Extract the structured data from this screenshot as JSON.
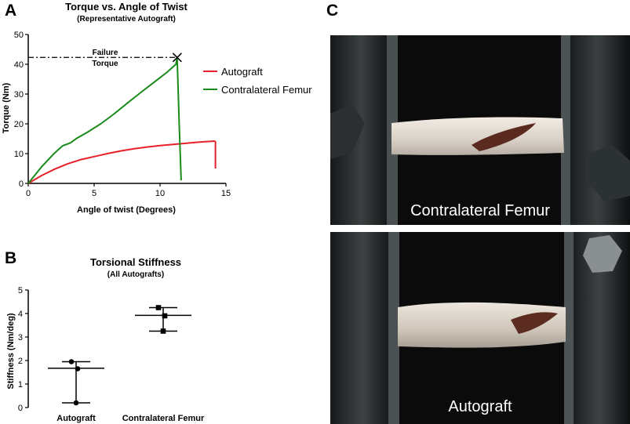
{
  "panels": {
    "a": "A",
    "b": "B",
    "c": "C"
  },
  "chart_data": [
    {
      "type": "line",
      "title": "Torque vs. Angle of Twist",
      "subtitle": "(Representative Autograft)",
      "xlabel": "Angle of twist (Degrees)",
      "ylabel": "Torque (Nm)",
      "xlim": [
        0,
        15
      ],
      "ylim": [
        0,
        50
      ],
      "xticks": [
        "0",
        "5",
        "10",
        "15"
      ],
      "yticks": [
        "0",
        "10",
        "20",
        "30",
        "40",
        "50"
      ],
      "legend_position": "right",
      "series": [
        {
          "name": "Autograft",
          "color": "#e8202a",
          "points": [
            [
              0,
              0
            ],
            [
              1,
              2.6
            ],
            [
              2,
              4.8
            ],
            [
              3,
              6.6
            ],
            [
              4,
              8.0
            ],
            [
              5,
              9.0
            ],
            [
              6,
              10.0
            ],
            [
              7,
              10.9
            ],
            [
              8,
              11.6
            ],
            [
              9,
              12.2
            ],
            [
              10,
              12.7
            ],
            [
              11,
              13.1
            ],
            [
              12,
              13.5
            ],
            [
              13,
              13.9
            ],
            [
              13.8,
              14.1
            ],
            [
              14.1,
              14.2
            ],
            [
              14.2,
              14.0
            ],
            [
              14.2,
              10.0
            ],
            [
              14.2,
              5.0
            ]
          ]
        },
        {
          "name": "Contralateral Femur",
          "color": "#1a8a1a",
          "points": [
            [
              0,
              0
            ],
            [
              1,
              5.5
            ],
            [
              2,
              10.2
            ],
            [
              2.6,
              12.6
            ],
            [
              3.2,
              13.6
            ],
            [
              3.7,
              15.2
            ],
            [
              4.5,
              17.2
            ],
            [
              5.5,
              20.0
            ],
            [
              6.5,
              23.3
            ],
            [
              7.5,
              26.9
            ],
            [
              8.5,
              30.4
            ],
            [
              9.5,
              33.8
            ],
            [
              10.5,
              37.2
            ],
            [
              11.2,
              40.0
            ],
            [
              11.3,
              42.3
            ],
            [
              11.45,
              20.0
            ],
            [
              11.6,
              1.0
            ]
          ]
        }
      ],
      "annotations": {
        "failure_torque": 42.3,
        "failure_angle": 11.3,
        "failure_label_line1": "Failure",
        "failure_label_line2": "Torque",
        "failure_marker": "x-icon"
      }
    },
    {
      "type": "scatter",
      "title": "Torsional Stiffness",
      "subtitle": "(All Autografts)",
      "xlabel": "",
      "ylabel": "Stiffness (Nm/deg)",
      "ylim": [
        0,
        5
      ],
      "yticks": [
        "0",
        "1",
        "2",
        "3",
        "4",
        "5"
      ],
      "categories": [
        "Autograft",
        "Contralateral Femur"
      ],
      "groups": [
        {
          "category": "Autograft",
          "marker": "circle",
          "values": [
            1.95,
            1.65,
            0.2
          ],
          "center": 1.67,
          "whisker_low": 0.2,
          "whisker_high": 1.95
        },
        {
          "category": "Contralateral Femur",
          "marker": "square",
          "values": [
            4.25,
            3.9,
            3.25
          ],
          "center": 3.92,
          "whisker_low": 3.25,
          "whisker_high": 4.25
        }
      ]
    }
  ],
  "photos": [
    {
      "caption": "Contralateral Femur"
    },
    {
      "caption": "Autograft"
    }
  ]
}
